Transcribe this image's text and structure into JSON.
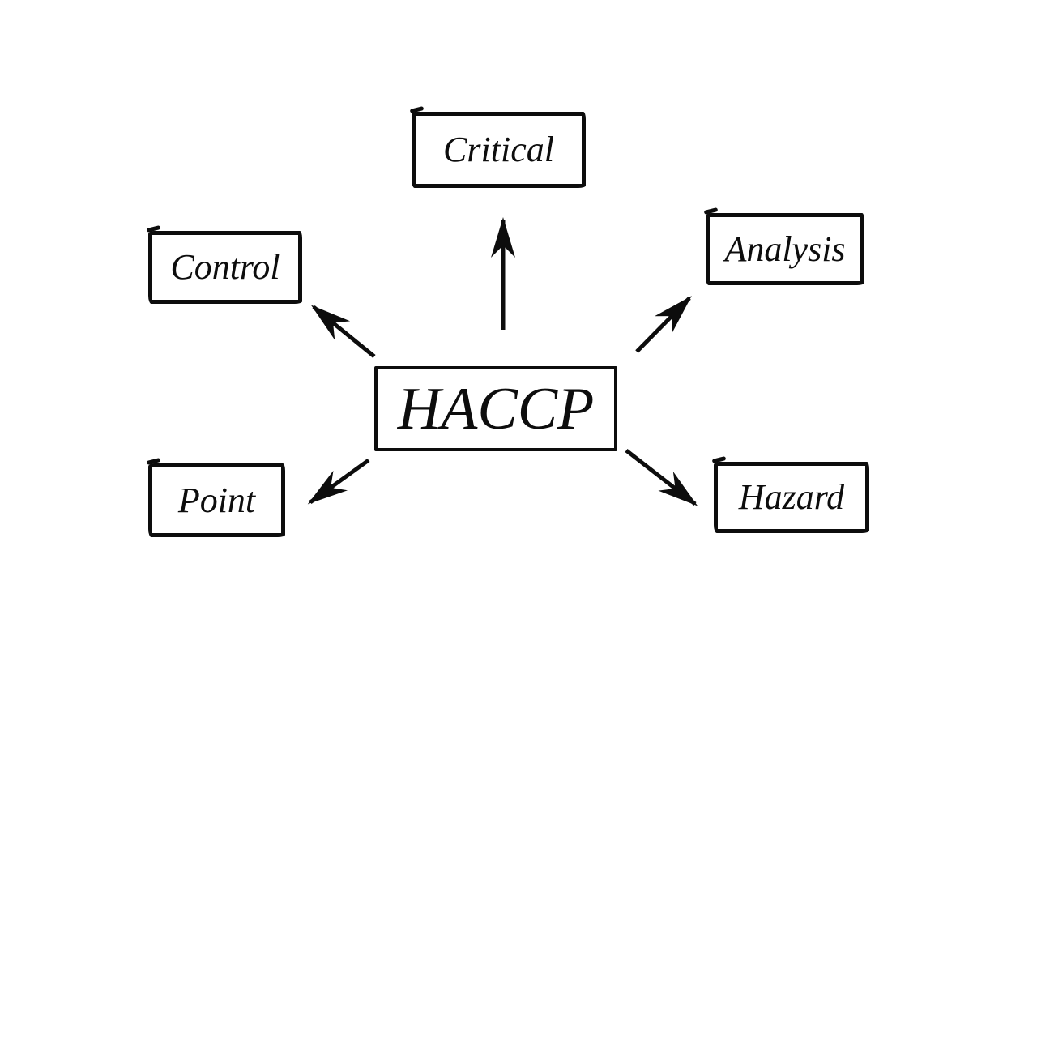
{
  "diagram": {
    "title": "HACCP acronym diagram",
    "center": {
      "label": "HACCP"
    },
    "nodes": [
      {
        "id": "critical",
        "label": "Critical",
        "direction": "up"
      },
      {
        "id": "control",
        "label": "Control",
        "direction": "up-left"
      },
      {
        "id": "analysis",
        "label": "Analysis",
        "direction": "up-right"
      },
      {
        "id": "point",
        "label": "Point",
        "direction": "down-left"
      },
      {
        "id": "hazard",
        "label": "Hazard",
        "direction": "down-right"
      }
    ],
    "arrows": [
      {
        "name": "arrow-to-critical",
        "from": "HACCP",
        "to": "Critical"
      },
      {
        "name": "arrow-to-control",
        "from": "HACCP",
        "to": "Control"
      },
      {
        "name": "arrow-to-analysis",
        "from": "HACCP",
        "to": "Analysis"
      },
      {
        "name": "arrow-to-point",
        "from": "HACCP",
        "to": "Point"
      },
      {
        "name": "arrow-to-hazard",
        "from": "HACCP",
        "to": "Hazard"
      }
    ],
    "colors": {
      "ink": "#0d0d0d",
      "background": "#ffffff"
    }
  }
}
